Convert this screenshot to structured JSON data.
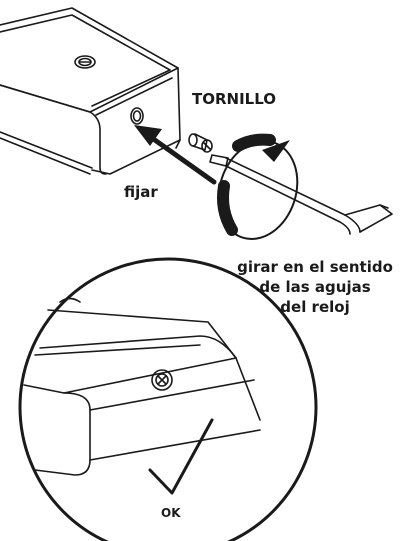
{
  "labels": {
    "screw": "TORNILLO",
    "fix": "fijar",
    "turn_line1": "girar en el sentido",
    "turn_line2": "de las agujas",
    "turn_line3": "del reloj",
    "ok": "OK"
  }
}
